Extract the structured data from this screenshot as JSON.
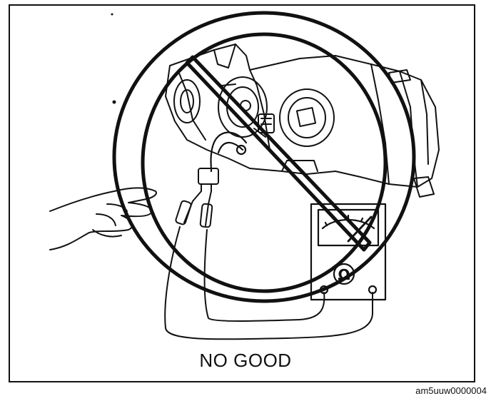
{
  "diagram": {
    "caption": "NO GOOD",
    "figure_code": "am5uuw0000004",
    "meter_symbol": "Ω",
    "colors": {
      "ink": "#111111",
      "paper": "#ffffff"
    }
  }
}
